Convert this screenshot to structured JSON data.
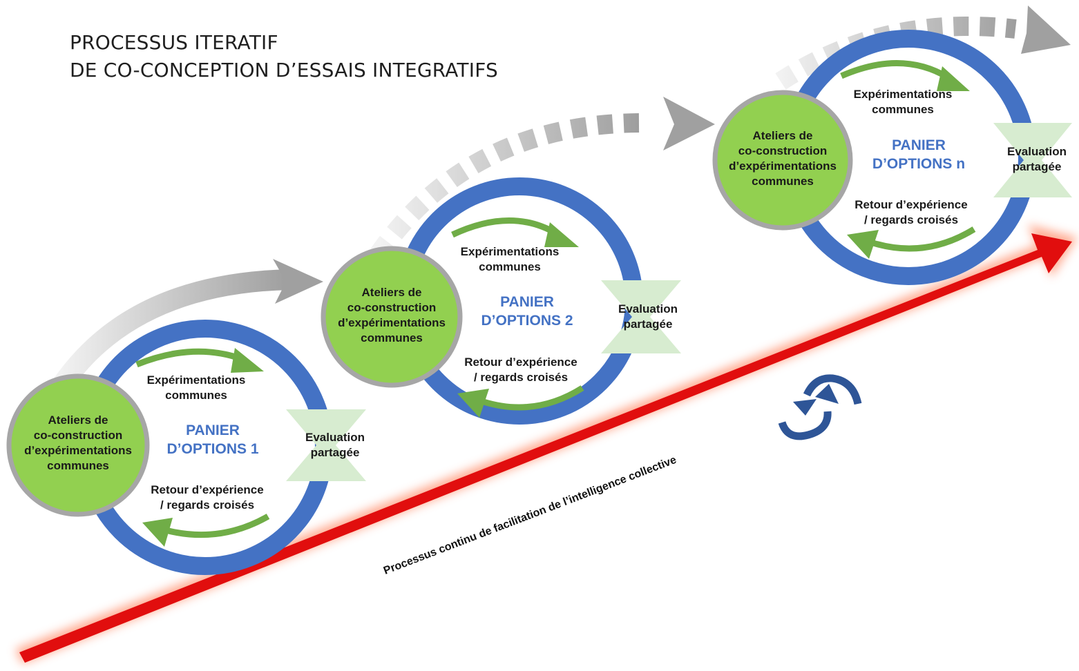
{
  "title": {
    "line1": "PROCESSUS ITERATIF",
    "line2": "DE CO-CONCEPTION D’ESSAIS INTEGRATIFS"
  },
  "cycles": [
    {
      "workshop": [
        "Ateliers de",
        "co-construction",
        "d’expérimentations",
        "communes"
      ],
      "experiments": [
        "Expérimentations",
        "communes"
      ],
      "basket": [
        "PANIER",
        "D’OPTIONS 1"
      ],
      "evaluation": [
        "Evaluation",
        "partagée"
      ],
      "feedback": [
        "Retour d’expérience",
        "/ regards croisés"
      ]
    },
    {
      "workshop": [
        "Ateliers de",
        "co-construction",
        "d’expérimentations",
        "communes"
      ],
      "experiments": [
        "Expérimentations",
        "communes"
      ],
      "basket": [
        "PANIER",
        "D’OPTIONS 2"
      ],
      "evaluation": [
        "Evaluation",
        "partagée"
      ],
      "feedback": [
        "Retour d’expérience",
        "/ regards croisés"
      ]
    },
    {
      "workshop": [
        "Ateliers de",
        "co-construction",
        "d’expérimentations",
        "communes"
      ],
      "experiments": [
        "Expérimentations",
        "communes"
      ],
      "basket": [
        "PANIER",
        "D’OPTIONS n"
      ],
      "evaluation": [
        "Evaluation",
        "partagée"
      ],
      "feedback": [
        "Retour d’expérience",
        "/ regards croisés"
      ]
    }
  ],
  "timeline": {
    "label": "Processus continu de facilitation de l’intelligence collective"
  },
  "colors": {
    "ring": "#4472c4",
    "workshop_fill": "#92d050",
    "workshop_border": "#a6a6a6",
    "green_arrow": "#70ad47",
    "hourglass": "#d7ecd0",
    "red_arrow": "#e10e0e",
    "grey_arrow": "#bfbfbf",
    "basket_text": "#4472c4",
    "cycle_icon": "#2e5597"
  },
  "icons": {
    "cycle": "circular-arrows-icon",
    "timeline": "red-arrow-icon"
  }
}
